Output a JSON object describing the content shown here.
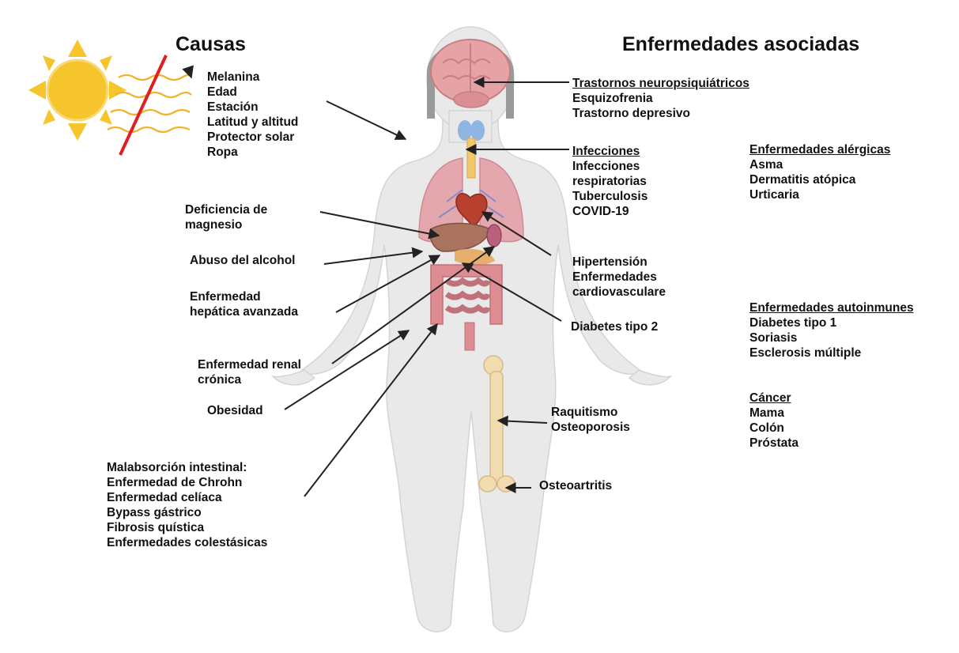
{
  "titles": {
    "causes": "Causas",
    "diseases": "Enfermedades asociadas"
  },
  "causes": {
    "sun_factors": [
      "Melanina",
      "Edad",
      "Estación",
      "Latitud y altitud",
      "Protector solar",
      "Ropa"
    ],
    "magnesium": [
      "Deficiencia de",
      "magnesio"
    ],
    "alcohol": "Abuso del alcohol",
    "liver": [
      "Enfermedad",
      "hepática avanzada"
    ],
    "renal": [
      "Enfermedad renal",
      "crónica"
    ],
    "obesity": "Obesidad",
    "malabsorption": [
      "Malabsorción intestinal:",
      "Enfermedad de Chrohn",
      "Enfermedad celíaca",
      "Bypass gástrico",
      "Fibrosis quística",
      "Enfermedades colestásicas"
    ]
  },
  "diseases": {
    "neuro": {
      "header": "Trastornos neuropsiquiátricos",
      "items": [
        "Esquizofrenia",
        "Trastorno depresivo"
      ]
    },
    "infections": {
      "header": "Infecciones",
      "items": [
        "Infecciones",
        "respiratorias",
        "Tuberculosis",
        "COVID-19"
      ]
    },
    "cardio": [
      "Hipertensión",
      "Enfermedades",
      "cardiovasculare"
    ],
    "diabetes2": "Diabetes tipo 2",
    "bone": [
      "Raquitismo",
      "Osteoporosis"
    ],
    "osteoarthritis": "Osteoartritis",
    "allergic": {
      "header": "Enfermedades alérgicas",
      "items": [
        "Asma",
        "Dermatitis atópica",
        "Urticaria"
      ]
    },
    "autoimmune": {
      "header": "Enfermedades autoinmunes",
      "items": [
        "Diabetes tipo 1",
        "Soriasis",
        "Esclerosis múltiple"
      ]
    },
    "cancer": {
      "header": "Cáncer",
      "items": [
        "Mama",
        "Colón",
        "Próstata"
      ]
    }
  },
  "icons": [
    "sun-icon",
    "sunlight-blocked-icon",
    "body-silhouette",
    "brain-icon",
    "thyroid-icon",
    "lungs-icon",
    "heart-icon",
    "liver-icon",
    "kidney-icon",
    "intestine-icon",
    "femur-bone-icon"
  ],
  "colors": {
    "sun": "#f6c42c",
    "sun_ray": "#f2b32a",
    "block_line": "#e02020",
    "body": "#e9e9e9",
    "lungs": "#e3a7ad",
    "brain": "#e6a3a5",
    "liver": "#a9735f",
    "intestine": "#dd8c92",
    "bone": "#f1dcb0",
    "arrow": "#222222"
  }
}
